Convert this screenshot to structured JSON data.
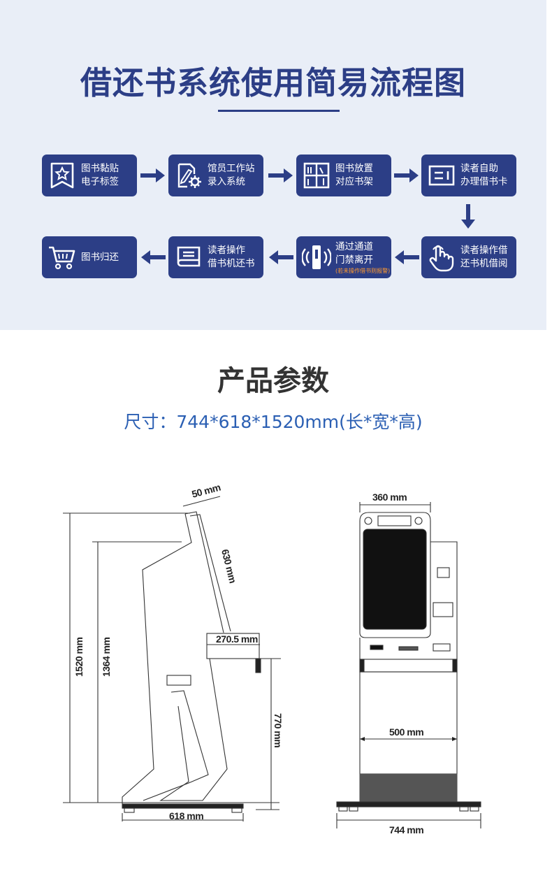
{
  "flow": {
    "title": "借还书系统使用简易流程图",
    "steps": [
      {
        "icon": "badge-icon",
        "line1": "图书黏贴",
        "line2": "电子标签"
      },
      {
        "icon": "edit-gear-icon",
        "line1": "馆员工作站",
        "line2": "录入系统"
      },
      {
        "icon": "bookshelf-icon",
        "line1": "图书放置",
        "line2": "对应书架"
      },
      {
        "icon": "card-icon",
        "line1": "读者自助",
        "line2": "办理借书卡"
      },
      {
        "icon": "touch-hand-icon",
        "line1": "读者操作借",
        "line2": "还书机借阅"
      },
      {
        "icon": "gate-icon",
        "line1": "通过通道",
        "line2": "门禁离开",
        "note": "(若未操作借书则报警)"
      },
      {
        "icon": "book-icon",
        "line1": "读者操作",
        "line2": "借书机还书"
      },
      {
        "icon": "cart-icon",
        "line1": "图书归还",
        "line2": ""
      }
    ]
  },
  "params": {
    "title": "产品参数",
    "size": "尺寸：744*618*1520mm(长*宽*高)"
  },
  "side_view": {
    "dims": {
      "top_depth": "50 mm",
      "screen_length": "630 mm",
      "total_height": "1520 mm",
      "height_to_top": "1364 mm",
      "desk_depth": "270.5 mm",
      "desk_height": "770 mm",
      "base_depth": "618 mm"
    }
  },
  "front_view": {
    "dims": {
      "head_width": "360 mm",
      "body_width": "500  mm",
      "base_width": "744 mm"
    }
  },
  "colors": {
    "primary": "#2c3e86",
    "background": "#e9eef7",
    "accent": "#2b5fb3",
    "warning": "#ff9a2e"
  }
}
